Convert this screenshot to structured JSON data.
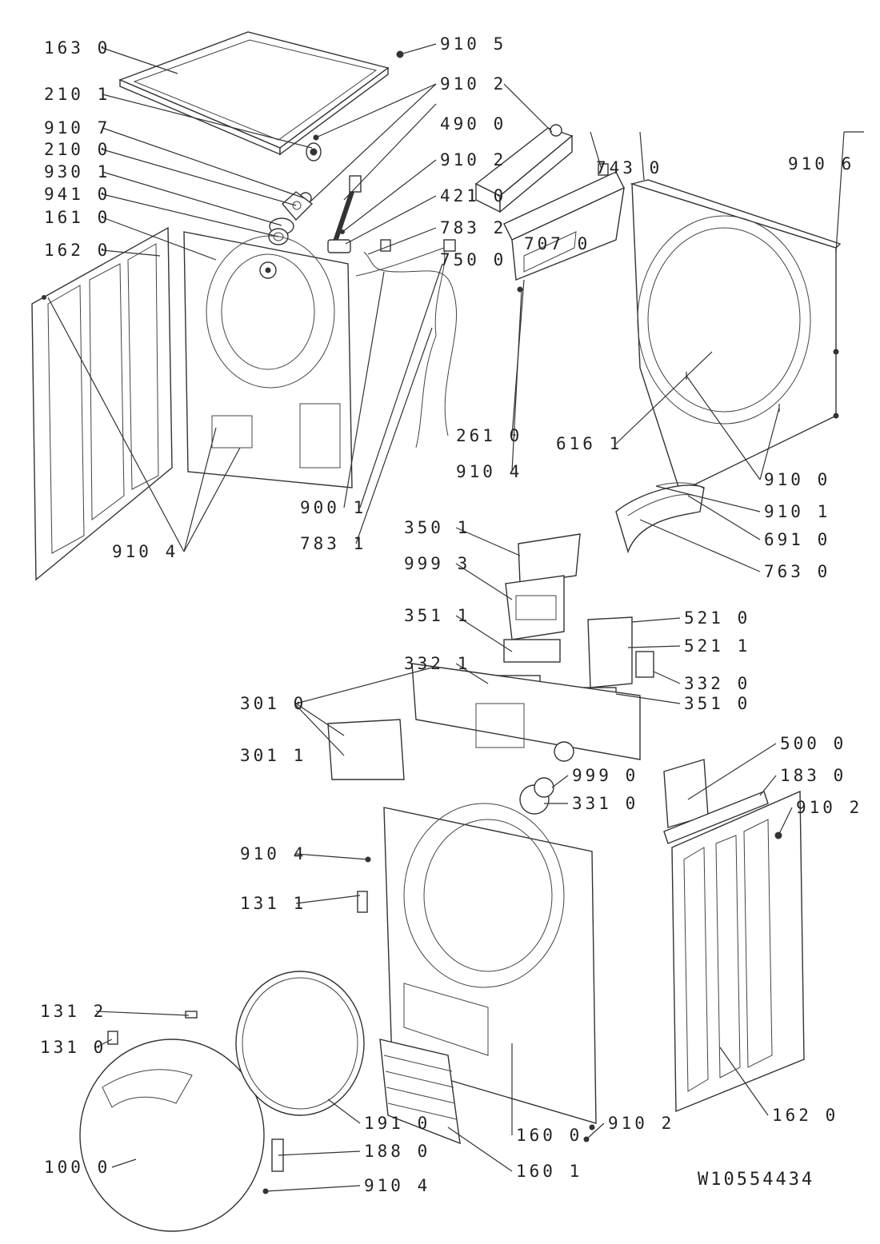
{
  "document_number": "W10554434",
  "labels": {
    "l01": "163 0",
    "l02": "910 5",
    "l03": "910 2",
    "l04": "210 1",
    "l05": "910 7",
    "l06": "490 0",
    "l07": "210 0",
    "l08": "910 2",
    "l09": "930 1",
    "l10": "421 0",
    "l11": "941 0",
    "l12": "783 2",
    "l13": "161 0",
    "l14": "750 0",
    "l15": "162 0",
    "l16": "707 0",
    "l17": "743 0",
    "l18": "910 6",
    "l19": "261 0",
    "l20": "616 1",
    "l21": "910 4",
    "l22": "910 0",
    "l23": "910 1",
    "l24": "691 0",
    "l25": "763 0",
    "l26": "900 1",
    "l27": "783 1",
    "l28": "910 4",
    "l29": "350 1",
    "l30": "999 3",
    "l31": "351 1",
    "l32": "521 0",
    "l33": "521 1",
    "l34": "332 1",
    "l35": "301 0",
    "l36": "332 0",
    "l37": "351 0",
    "l38": "301 1",
    "l39": "500 0",
    "l40": "999 0",
    "l41": "183 0",
    "l42": "331 0",
    "l43": "910 2",
    "l44": "910 4",
    "l45": "131 1",
    "l46": "131 2",
    "l47": "131 0",
    "l48": "191 0",
    "l49": "160 0",
    "l50": "910 2",
    "l51": "188 0",
    "l52": "100 0",
    "l53": "160 1",
    "l54": "910 4",
    "l55": "162 0"
  }
}
